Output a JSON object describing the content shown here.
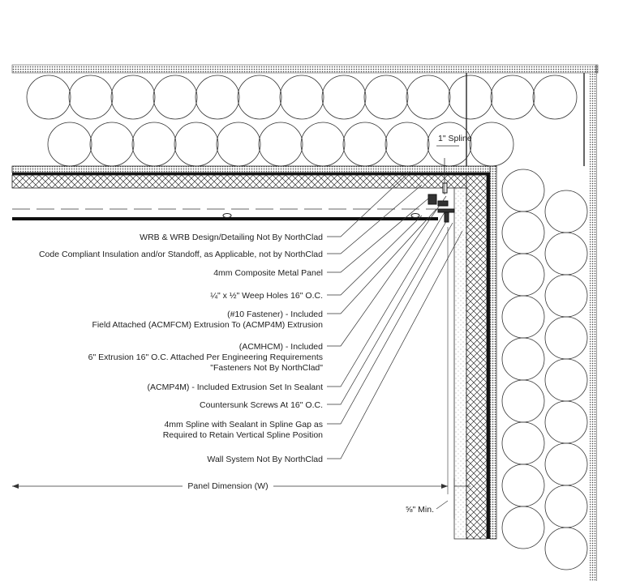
{
  "callouts": [
    {
      "lines": [
        "WRB & WRB Design/Detailing Not By NorthClad"
      ]
    },
    {
      "lines": [
        "Code Compliant Insulation and/or Standoff, as Applicable, not by NorthClad"
      ]
    },
    {
      "lines": [
        "4mm Composite Metal Panel"
      ]
    },
    {
      "lines": [
        "¼\" x ½\" Weep Holes 16\" O.C."
      ]
    },
    {
      "lines": [
        "(#10 Fastener) - Included",
        "Field Attached (ACMFCM) Extrusion To (ACMP4M) Extrusion"
      ]
    },
    {
      "lines": [
        "(ACMHCM) - Included",
        "6\" Extrusion 16\" O.C. Attached Per Engineering Requirements",
        "\"Fasteners Not By NorthClad\""
      ]
    },
    {
      "lines": [
        "(ACMP4M) - Included Extrusion Set In Sealant"
      ]
    },
    {
      "lines": [
        "Countersunk Screws At 16\" O.C."
      ]
    },
    {
      "lines": [
        "4mm Spline with Sealant in Spline Gap as",
        "Required to Retain Vertical Spline Position"
      ]
    },
    {
      "lines": [
        "Wall System Not By NorthClad"
      ]
    }
  ],
  "dimensions": {
    "panel": "Panel Dimension (W)",
    "min_gap": "⅝\" Min.",
    "spline": "1\" Spline"
  }
}
